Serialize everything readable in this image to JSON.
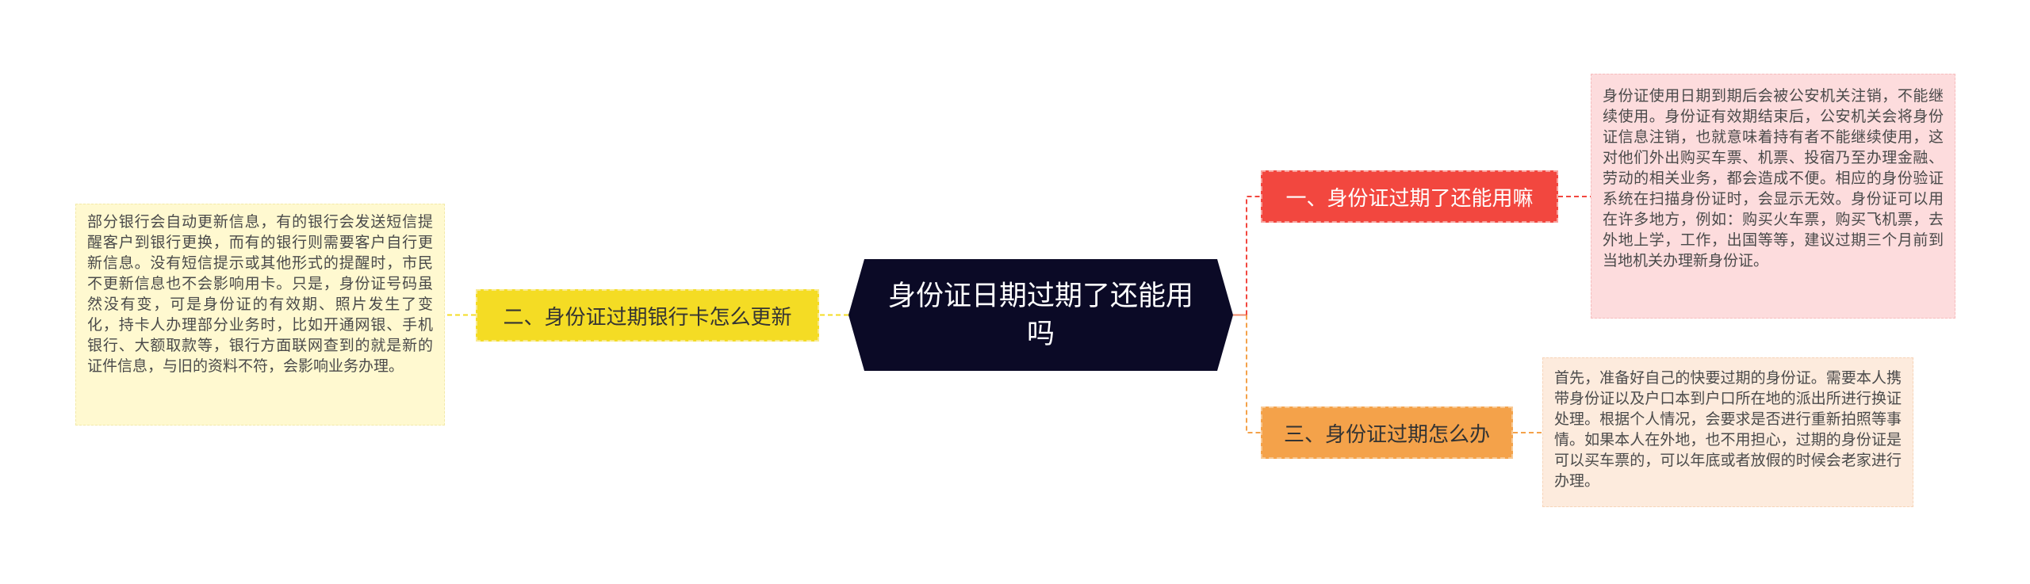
{
  "central": {
    "title": "身份证日期过期了还能用吗"
  },
  "branches": [
    {
      "label": "一、身份证过期了还能用嘛",
      "color": "#f2473f",
      "note": "身份证使用日期到期后会被公安机关注销，不能继续使用。身份证有效期结束后，公安机关会将身份证信息注销，也就意味着持有者不能继续使用，这对他们外出购买车票、机票、投宿乃至办理金融、劳动的相关业务，都会造成不便。相应的身份验证系统在扫描身份证时，会显示无效。身份证可以用在许多地方，例如：购买火车票，购买飞机票，去外地上学，工作，出国等等，建议过期三个月前到当地机关办理新身份证。",
      "note_color": "#fddcdd"
    },
    {
      "label": "二、身份证过期银行卡怎么更新",
      "color": "#f4dc24",
      "note": "部分银行会自动更新信息，有的银行会发送短信提醒客户到银行更换，而有的银行则需要客户自行更新信息。没有短信提示或其他形式的提醒时，市民不更新信息也不会影响用卡。只是，身份证号码虽然没有变，可是身份证的有效期、照片发生了变化，持卡人办理部分业务时，比如开通网银、手机银行、大额取款等，银行方面联网查到的就是新的证件信息，与旧的资料不符，会影响业务办理。",
      "note_color": "#fff9d0"
    },
    {
      "label": "三、身份证过期怎么办",
      "color": "#f4a24a",
      "note": "首先，准备好自己的快要过期的身份证。需要本人携带身份证以及户口本到户口所在地的派出所进行换证处理。根据个人情况，会要求是否进行重新拍照等事情。如果本人在外地，也不用担心，过期的身份证是可以买车票的，可以年底或者放假的时候会老家进行办理。",
      "note_color": "#fdebdd"
    }
  ]
}
